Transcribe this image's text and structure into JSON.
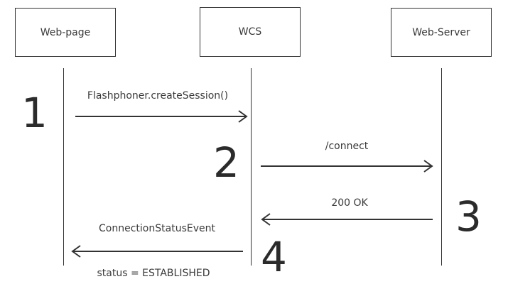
{
  "actors": [
    {
      "id": "web-page",
      "label": "Web-page"
    },
    {
      "id": "wcs",
      "label": "WCS"
    },
    {
      "id": "web-server",
      "label": "Web-Server"
    }
  ],
  "messages": [
    {
      "step": "1",
      "from": "web-page",
      "to": "wcs",
      "label": "Flashphoner.createSession()",
      "sublabel": ""
    },
    {
      "step": "2",
      "from": "wcs",
      "to": "web-server",
      "label": "/connect",
      "sublabel": ""
    },
    {
      "step": "3",
      "from": "web-server",
      "to": "wcs",
      "label": "200 OK",
      "sublabel": ""
    },
    {
      "step": "4",
      "from": "wcs",
      "to": "web-page",
      "label": "ConnectionStatusEvent",
      "sublabel": "status = ESTABLISHED"
    }
  ],
  "colors": {
    "line": "#333333",
    "text": "#3a3a3a"
  }
}
